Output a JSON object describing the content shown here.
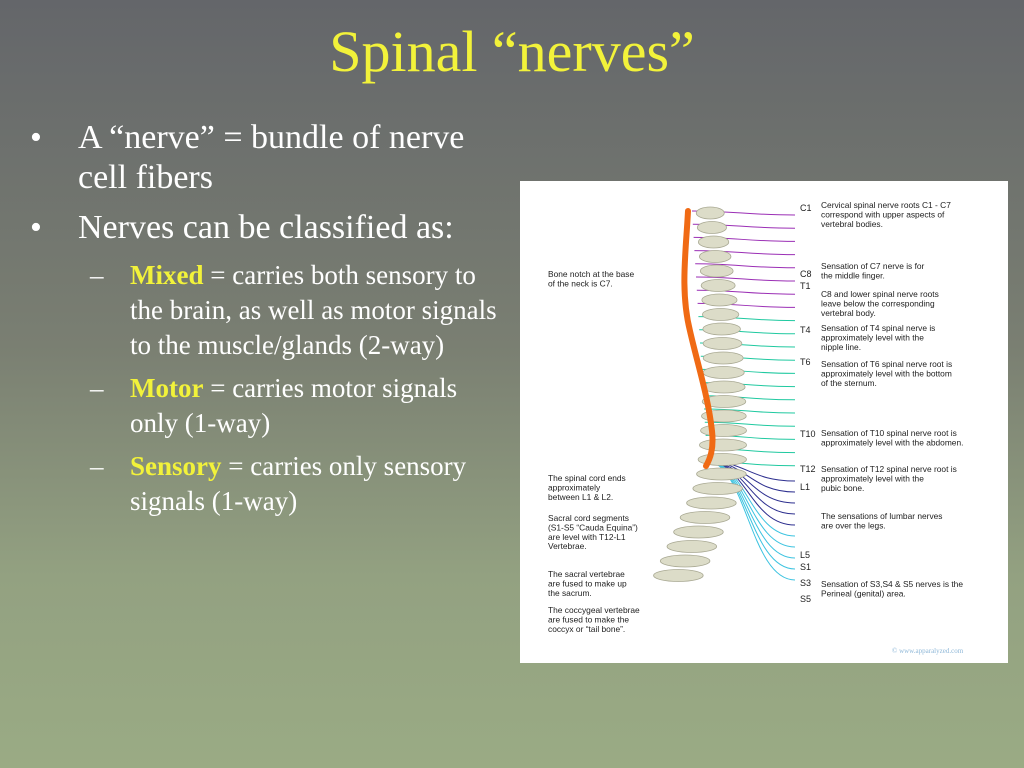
{
  "slide": {
    "title": "Spinal “nerves”",
    "bullets": [
      {
        "marker": "•",
        "text": "A “nerve” = bundle of nerve cell fibers"
      },
      {
        "marker": "•",
        "text": "Nerves can be classified as:"
      }
    ],
    "sub_bullets": [
      {
        "marker": "–",
        "term": "Mixed",
        "text": " = carries both sensory to the brain, as well as motor signals to the muscle/glands (2-way)"
      },
      {
        "marker": "–",
        "term": "Motor",
        "text": " = carries motor signals only (1-way)"
      },
      {
        "marker": "–",
        "term": "Sensory",
        "text": " = carries only sensory signals (1-way)"
      }
    ]
  },
  "diagram": {
    "level_labels": [
      "C1",
      "C8",
      "T1",
      "T4",
      "T6",
      "T10",
      "T12",
      "L1",
      "L5",
      "S1",
      "S3",
      "S5"
    ],
    "right_notes": [
      [
        "Cervical spinal nerve roots C1 - C7",
        "correspond with upper aspects of",
        "vertebral bodies."
      ],
      [
        "Sensation of C7 nerve is for",
        "the middle finger."
      ],
      [
        "C8 and lower spinal nerve roots",
        "leave below the corresponding",
        "vertebral body."
      ],
      [
        "Sensation of T4 spinal nerve is",
        "approximately level with the",
        "nipple line."
      ],
      [
        "Sensation of T6 spinal nerve root is",
        "approximately level with the bottom",
        "of the sternum."
      ],
      [
        "Sensation of T10 spinal nerve root is",
        "approximately level with the abdomen."
      ],
      [
        "Sensation of T12 spinal nerve root is",
        "approximately level with the",
        "pubic bone."
      ],
      [
        "The sensations of lumbar nerves",
        "are over the legs."
      ],
      [
        "Sensation of S3,S4 & S5 nerves is the",
        "Perineal (genital) area."
      ]
    ],
    "left_notes": [
      [
        "Bone notch at the base",
        "of the neck is C7."
      ],
      [
        "The spinal cord ends",
        "approximately",
        "between L1 & L2."
      ],
      [
        "Sacral cord segments",
        "(S1-S5 “Cauda Equina”)",
        "are level with T12-L1",
        "Vertebrae."
      ],
      [
        "The sacral vertebrae",
        "are fused to make up",
        "the sacrum."
      ],
      [
        "The coccygeal vertebrae",
        "are fused to make the",
        "coccyx or “tail bone”."
      ]
    ],
    "copyright": "© www.apparalyzed.com",
    "colors": {
      "cervical": "#9b2fb5",
      "thoracic": "#20c9a0",
      "lumbar": "#2d2f8f",
      "sacral": "#3cc3e0",
      "cord": "#f06a14",
      "bone": "#dcdcc8"
    }
  }
}
